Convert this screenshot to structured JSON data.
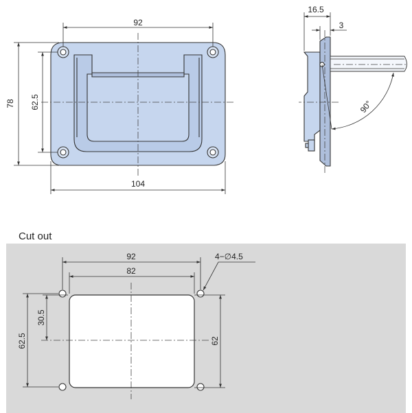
{
  "colors": {
    "part_fill": "#c6d6ee",
    "part_fill_dark": "#aebfdc",
    "cutout_background": "#d9d9d9",
    "line": "#333333"
  },
  "front_view": {
    "width_top": "92",
    "height_outer": "78",
    "height_holes": "62.5",
    "width_bottom": "104"
  },
  "side_view": {
    "depth": "16.5",
    "plate": "3",
    "angle": "90°"
  },
  "cutout": {
    "title": "Cut out",
    "hole_spec": "4−∅4.5",
    "width_holes": "92",
    "width_opening": "82",
    "half_height": "30.5",
    "height_holes_left": "62.5",
    "height_opening_right": "62"
  }
}
